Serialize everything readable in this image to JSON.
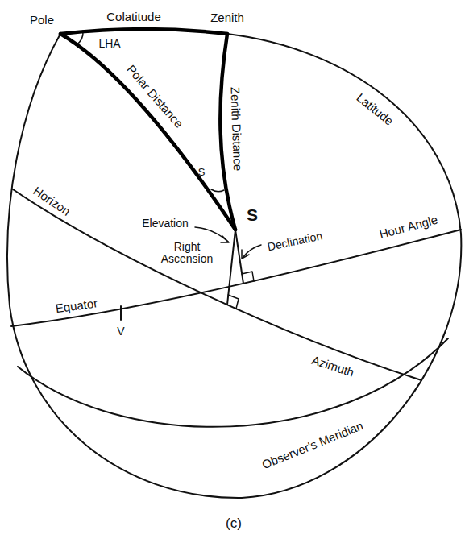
{
  "diagram": {
    "caption": "(c)",
    "labels": [
      "Pole",
      "Colatitude",
      "Zenith",
      "LHA",
      "Polar Distance",
      "Zenith Distance",
      "Latitude",
      "S",
      "S",
      "Elevation",
      "Declination",
      "Horizon",
      "Hour Angle",
      "Right Ascension",
      "Equator",
      "V",
      "Azimuth",
      "Observer's Meridian"
    ]
  }
}
